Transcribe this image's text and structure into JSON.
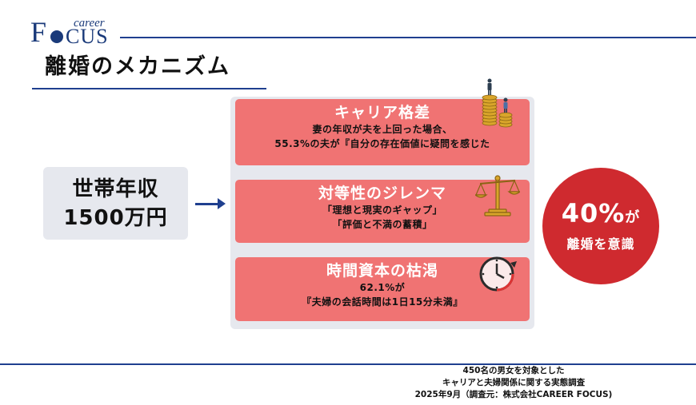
{
  "logo": {
    "letter_f": "F",
    "career": "career",
    "cus": "CUS"
  },
  "title": "離婚のメカニズム",
  "household": {
    "line1": "世帯年収",
    "line2": "1500万円"
  },
  "cards": [
    {
      "heading": "キャリア格差",
      "line1": "妻の年収が夫を上回った場合、",
      "line2": "55.3%の夫が『自分の存在価値に疑問を感じた"
    },
    {
      "heading": "対等性のジレンマ",
      "line1": "「理想と現実のギャップ」",
      "line2": "「評価と不満の蓄積」"
    },
    {
      "heading": "時間資本の枯渇",
      "line1": "62.1%が",
      "line2": "『夫婦の会話時間は1日15分未満』"
    }
  ],
  "result": {
    "percent": "40%",
    "suffix": "が",
    "label": "離婚を意識"
  },
  "footer": {
    "line1": "450名の男女を対象とした",
    "line2": "キャリアと夫婦関係に関する実態調査",
    "line3": "2025年9月（調査元：株式会社CAREER FOCUS)"
  },
  "icons": [
    "coin-stack-icon",
    "balance-scale-icon",
    "clock-icon"
  ],
  "colors": {
    "brand_blue": "#1f3f8f",
    "card_red": "#f07373",
    "circle_red": "#cf2a2f",
    "panel_gray": "#e6e8ee"
  }
}
